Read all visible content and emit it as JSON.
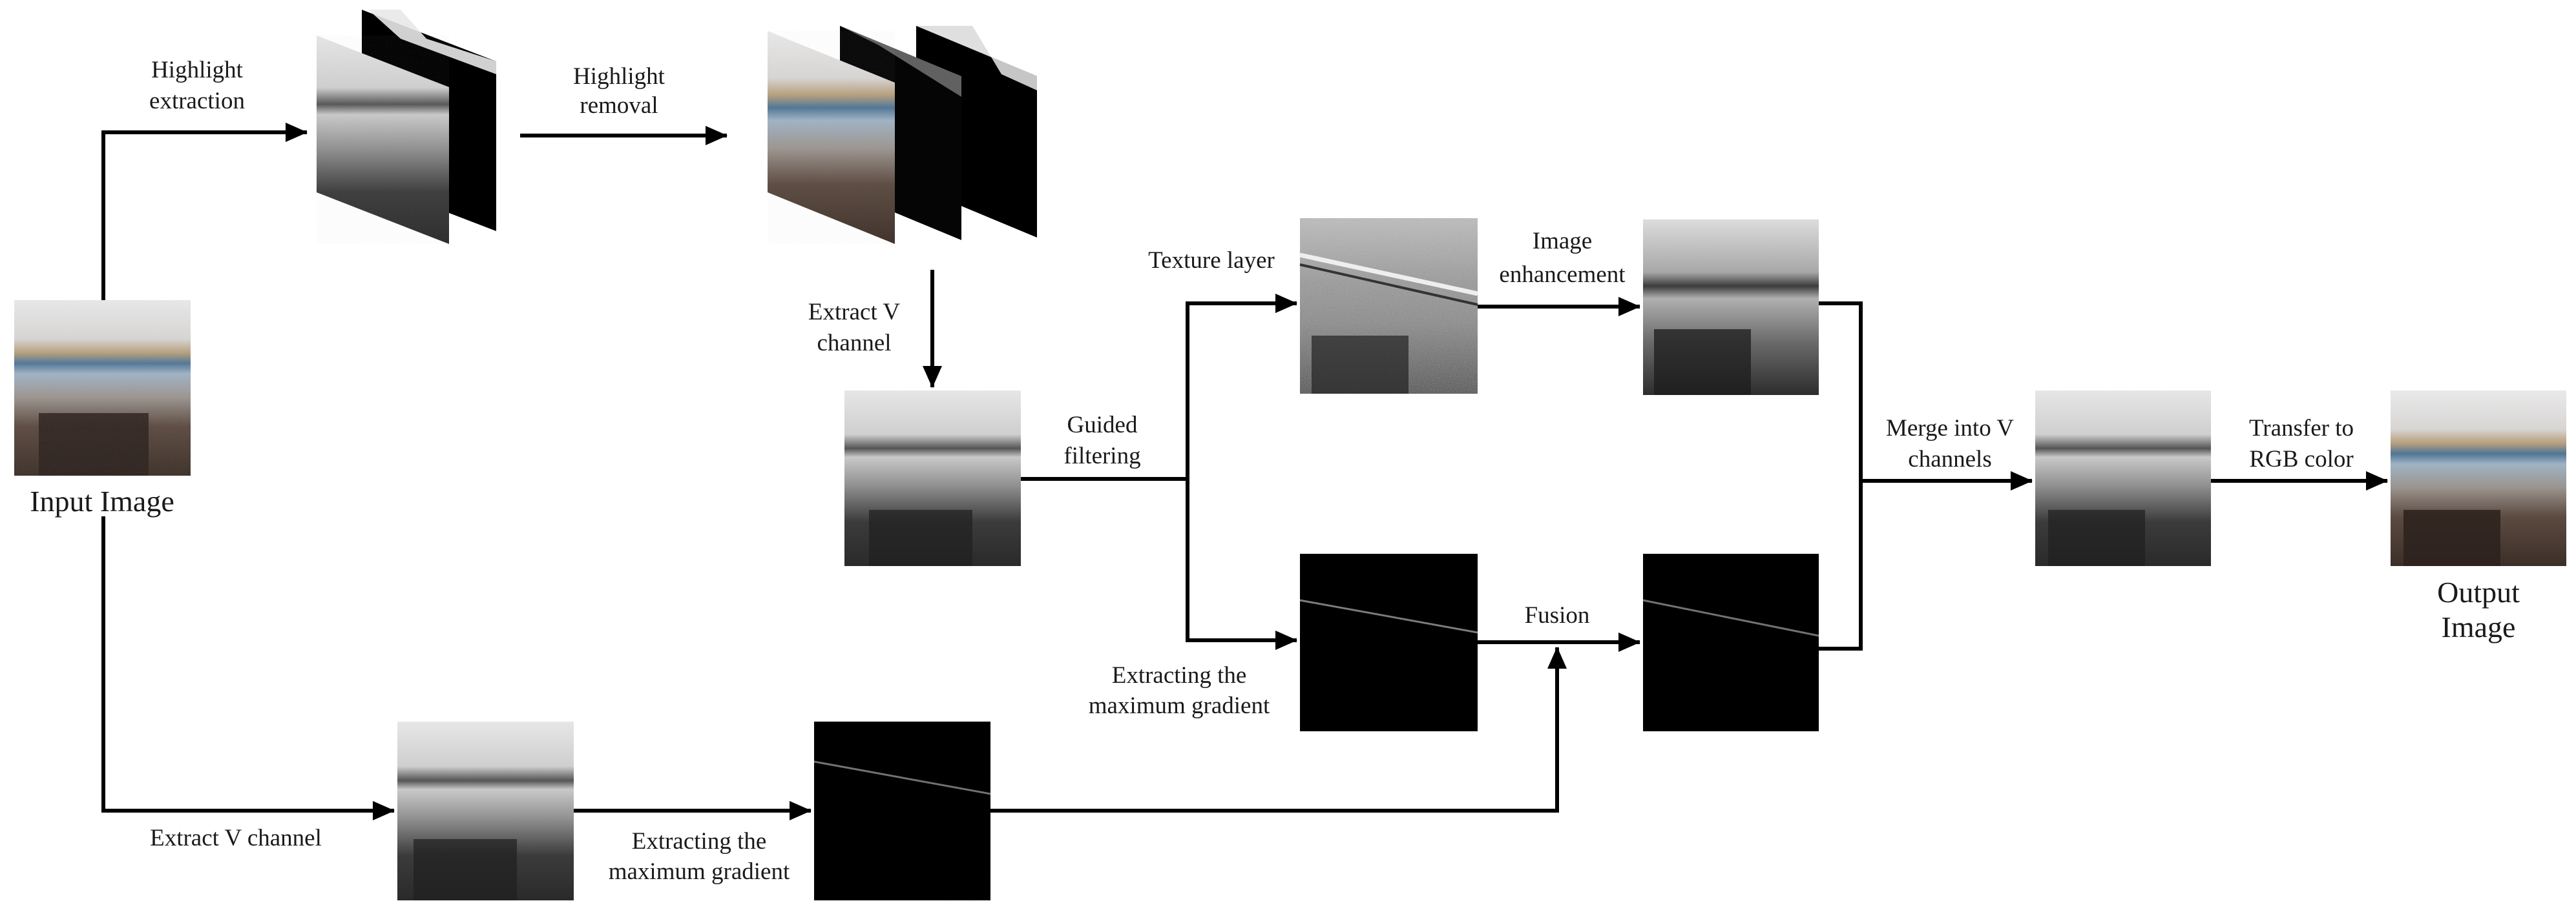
{
  "labels": {
    "input_image": "Input Image",
    "output_image_l1": "Output",
    "output_image_l2": "Image",
    "highlight_extraction_l1": "Highlight",
    "highlight_extraction_l2": "extraction",
    "highlight_removal_l1": "Highlight",
    "highlight_removal_l2": "removal",
    "extract_v_channel_top_l1": "Extract V",
    "extract_v_channel_top_l2": "channel",
    "guided_filtering_l1": "Guided",
    "guided_filtering_l2": "filtering",
    "texture_layer": "Texture layer",
    "image_enhancement_l1": "Image",
    "image_enhancement_l2": "enhancement",
    "extracting_max_gradient_mid_l1": "Extracting the",
    "extracting_max_gradient_mid_l2": "maximum gradient",
    "fusion": "Fusion",
    "merge_into_v_l1": "Merge into V",
    "merge_into_v_l2": "channels",
    "transfer_rgb_l1": "Transfer to",
    "transfer_rgb_l2": "RGB color",
    "extract_v_channel_bottom": "Extract V channel",
    "extracting_max_gradient_bottom_l1": "Extracting the",
    "extracting_max_gradient_bottom_l2": "maximum gradient"
  }
}
